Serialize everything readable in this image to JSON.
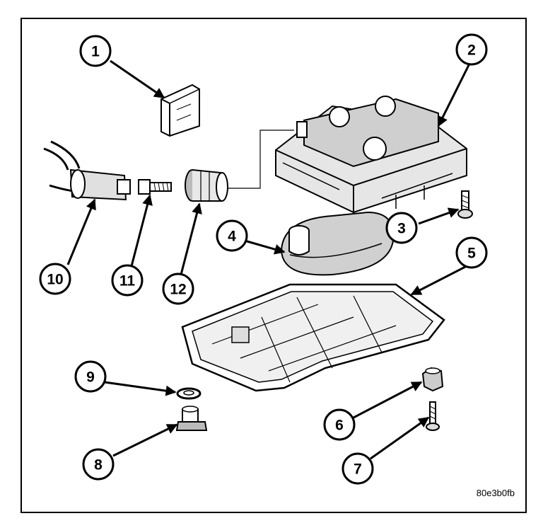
{
  "callouts": [
    "1",
    "2",
    "3",
    "4",
    "5",
    "6",
    "7",
    "8",
    "9",
    "10",
    "11",
    "12"
  ],
  "figure_code": "80e3b0fb",
  "colors": {
    "ink": "#000000",
    "paper": "#ffffff",
    "shade": "#d9d9d9",
    "dark": "#555555"
  }
}
